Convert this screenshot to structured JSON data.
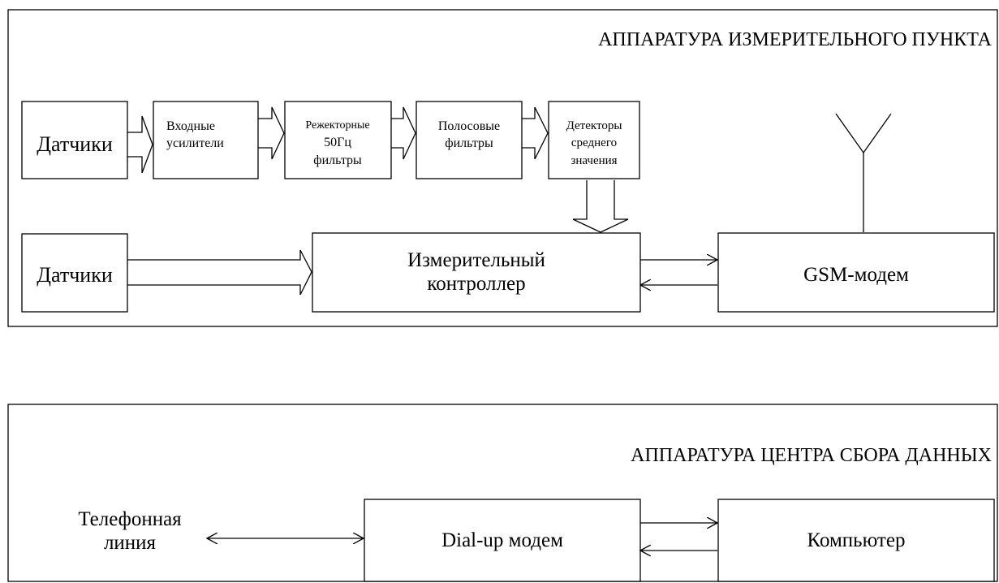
{
  "measurement_point": {
    "title": "АППАРАТУРА ИЗМЕРИТЕЛЬНОГО ПУНКТА",
    "sensors_1": "Датчики",
    "input_amplifiers": [
      "Входные",
      "усилители"
    ],
    "notch_filters": [
      "Режекторные",
      "50Гц",
      "фильтры"
    ],
    "bandpass_filters": [
      "Полосовые",
      "фильтры"
    ],
    "mean_detectors": [
      "Детекторы",
      "среднего",
      "значения"
    ],
    "sensors_2": "Датчики",
    "controller": [
      "Измерительный",
      "контроллер"
    ],
    "gsm_modem": "GSM-модем"
  },
  "data_center": {
    "title": "АППАРАТУРА ЦЕНТРА СБОРА ДАННЫХ",
    "phone_line": [
      "Телефонная",
      "линия"
    ],
    "dialup_modem": "Dial-up модем",
    "computer": "Компьютер"
  }
}
